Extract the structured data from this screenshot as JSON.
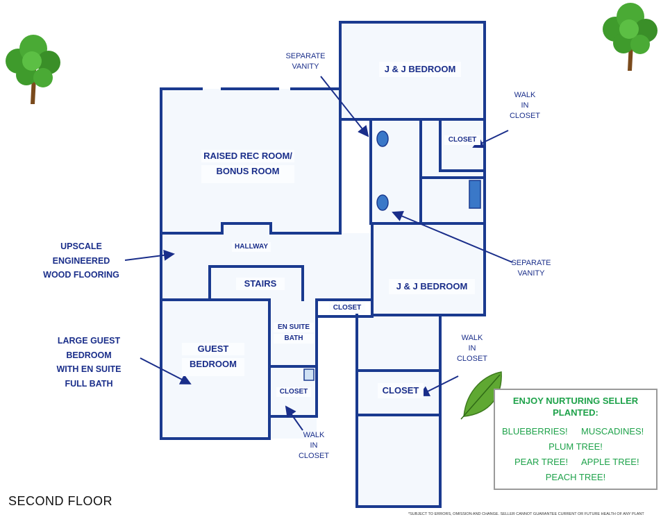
{
  "floor_title": "SECOND FLOOR",
  "disclaimer": "*SUBJECT TO ERRORS, OMISSION AND CHANGE. SELLER CANNOT GUARANTEE CURRENT OR FUTURE HEALTH OF ANY PLANT",
  "rooms": {
    "jj_bedroom_top": "J & J BEDROOM",
    "rec_room_line1": "RAISED REC ROOM/",
    "rec_room_line2": "BONUS ROOM",
    "hallway": "HALLWAY",
    "stairs": "STAIRS",
    "closet_top_right": "CLOSET",
    "jj_bedroom_mid": "J & J BEDROOM",
    "closet_mid": "CLOSET",
    "en_suite_line1": "EN SUITE",
    "en_suite_line2": "BATH",
    "guest_line1": "GUEST",
    "guest_line2": "BEDROOM",
    "closet_guest": "CLOSET",
    "closet_lower": "CLOSET"
  },
  "callouts": {
    "sep_vanity_top_1": "SEPARATE",
    "sep_vanity_top_2": "VANITY",
    "walk_in_top_1": "WALK",
    "walk_in_top_2": "IN",
    "walk_in_top_3": "CLOSET",
    "sep_vanity_mid_1": "SEPARATE",
    "sep_vanity_mid_2": "VANITY",
    "walk_in_mid_1": "WALK",
    "walk_in_mid_2": "IN",
    "walk_in_mid_3": "CLOSET",
    "walk_in_bottom_1": "WALK",
    "walk_in_bottom_2": "IN",
    "walk_in_bottom_3": "CLOSET",
    "flooring_1": "UPSCALE",
    "flooring_2": "ENGINEERED",
    "flooring_3": "WOOD FLOORING",
    "guest_1": "LARGE GUEST",
    "guest_2": "BEDROOM",
    "guest_3": "WITH EN SUITE",
    "guest_4": "FULL BATH"
  },
  "plants": {
    "title_1": "ENJOY NURTURING SELLER",
    "title_2": "PLANTED:",
    "blueberries": "BLUEBERRIES!",
    "muscadines": "MUSCADINES!",
    "plum": "PLUM TREE!",
    "pear": "PEAR TREE!",
    "apple": "APPLE TREE!",
    "peach": "PEACH TREE!"
  },
  "colors": {
    "wall": "#1a3a8f",
    "label": "#1a2e8a",
    "plant_text": "#1ea24a",
    "fixture": "#3a78c8",
    "leaf": "#5fa832"
  },
  "icons": [
    "tree-icon-left",
    "tree-icon-right",
    "leaf-icon"
  ]
}
